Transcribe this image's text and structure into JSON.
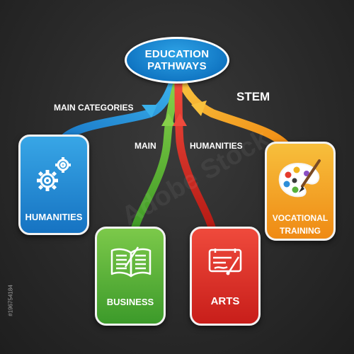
{
  "hub": {
    "line1": "EDUCATION",
    "line2": "PATHWAYS"
  },
  "labels": {
    "main_categories": "MAIN CATEGORIES",
    "main": "MAIN",
    "humanities": "HUMANITIES",
    "stem": "STEM"
  },
  "cards": [
    {
      "id": "humanities",
      "title": "HUMANITIES",
      "icon": "gears-icon",
      "color": "#1f86d2"
    },
    {
      "id": "business",
      "title": "BUSINESS",
      "icon": "open-book-icon",
      "color": "#52ad33"
    },
    {
      "id": "arts",
      "title": "ARTS",
      "icon": "easel-icon",
      "color": "#dc2d24"
    },
    {
      "id": "vocational",
      "title_line1": "VOCATIONAL",
      "title_line2": "TRAINING",
      "icon": "palette-icon",
      "color": "#f29d1f"
    }
  ],
  "arrow_colors": {
    "blue": "#2e9fe0",
    "green": "#6cbf3a",
    "red": "#e2372c",
    "orange": "#f4a623"
  },
  "watermark": {
    "brand": "Adobe Stock",
    "side_text": "#196754184"
  }
}
